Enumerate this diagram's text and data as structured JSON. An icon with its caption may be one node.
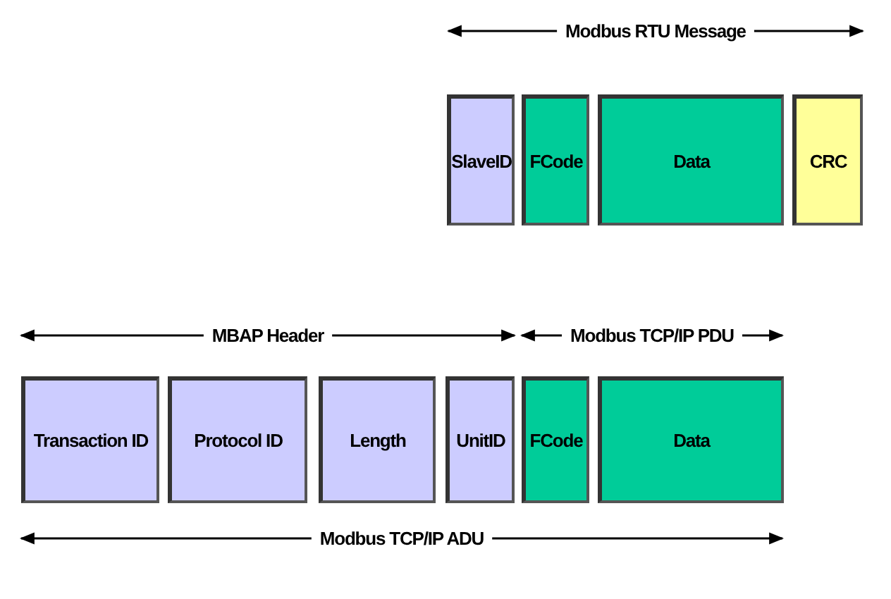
{
  "diagram": {
    "nodes": [
      {
        "text": [
          "SlaveID"
        ]
      },
      {
        "text": [
          "FCode"
        ]
      },
      {
        "text": [
          "Data"
        ]
      },
      {
        "text": [
          "CRC"
        ]
      },
      {
        "text": [
          "Transaction ID"
        ]
      },
      {
        "text": [
          "Protocol ID"
        ]
      },
      {
        "text": [
          "Length"
        ]
      },
      {
        "text": [
          "UnitID"
        ]
      },
      {
        "text": [
          "FCode"
        ]
      },
      {
        "text": [
          "Data"
        ]
      }
    ],
    "edges": [],
    "labels": [
      "Modbus RTU Message",
      "MBAP Header",
      "Modbus TCP/IP PDU",
      "Modbus TCP/IP ADU"
    ]
  }
}
